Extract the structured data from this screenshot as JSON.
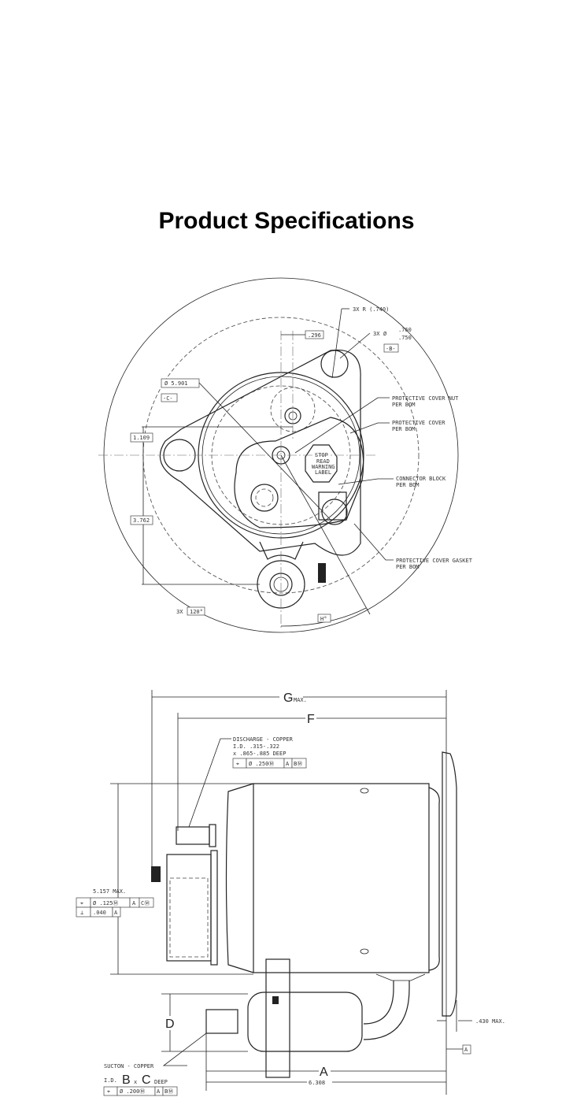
{
  "page_title": "Product Specifications",
  "top_view": {
    "radius_note": "3X R (.740)",
    "hole_count": "3X",
    "hole_dia_upper": ".760",
    "hole_dia_lower": ".750",
    "datum_b": "-B-",
    "offset": ".296",
    "diameter": "Ø 5.901",
    "datum_c": "-C-",
    "dim_1": "1.109",
    "dim_2": "3.762",
    "angle_count": "3X",
    "angle": "120°",
    "angle_h": "H°",
    "callouts": [
      {
        "line1": "PROTECTIVE COVER NUT",
        "line2": "PER BOM"
      },
      {
        "line1": "PROTECTIVE COVER",
        "line2": "PER BOM"
      },
      {
        "line1": "CONNECTOR BLOCK",
        "line2": "PER BOM"
      },
      {
        "line1": "PROTECTIVE COVER GASKET",
        "line2": "PER BOM"
      }
    ],
    "stop_label": [
      "STOP",
      "READ",
      "WARNING",
      "LABEL"
    ]
  },
  "side_view": {
    "g_label": "G",
    "g_suffix": "MAX.",
    "f_label": "F",
    "discharge": [
      "DISCHARGE - COPPER",
      "I.D. .315-.322",
      "x .865-.885 DEEP"
    ],
    "discharge_fcf": [
      "⌖",
      "Ø .250Ⓜ",
      "A",
      "BⓂ"
    ],
    "height": "5.157 MAX.",
    "terminal_fcf": [
      "⌖",
      "Ø .125Ⓜ",
      "A",
      "CⓂ"
    ],
    "perp_fcf": [
      "⊥",
      ".040",
      "A"
    ],
    "d_label": "D",
    "flange": ".430 MAX.",
    "datum_a": "A",
    "a_label": "A",
    "length": "6.308",
    "suction": "SUCTON - COPPER",
    "suction_id_prefix": "I.D.",
    "suction_b": "B",
    "suction_x": "x",
    "suction_c": "C",
    "suction_deep": "DEEP",
    "suction_fcf": [
      "⌖",
      "Ø .200Ⓜ",
      "A",
      "BⓂ"
    ]
  }
}
